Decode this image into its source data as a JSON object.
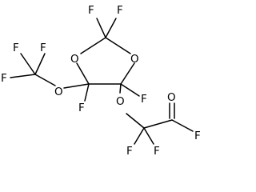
{
  "molecule": {
    "atoms": {
      "f_top_left": "F",
      "f_top_right": "F",
      "o_ring_left": "O",
      "o_ring_right": "O",
      "f_cf3_1": "F",
      "f_cf3_2": "F",
      "f_cf3_3": "F",
      "o_ether_left": "O",
      "f_ring_bottom_left": "F",
      "f_ring_right": "F",
      "o_ether_right": "O",
      "o_carbonyl": "O",
      "f_acyl": "F",
      "f_cf2_left": "F",
      "f_cf2_right": "F"
    },
    "colors": {
      "atom": "#000000",
      "bond": "#000000",
      "background": "#ffffff"
    }
  }
}
